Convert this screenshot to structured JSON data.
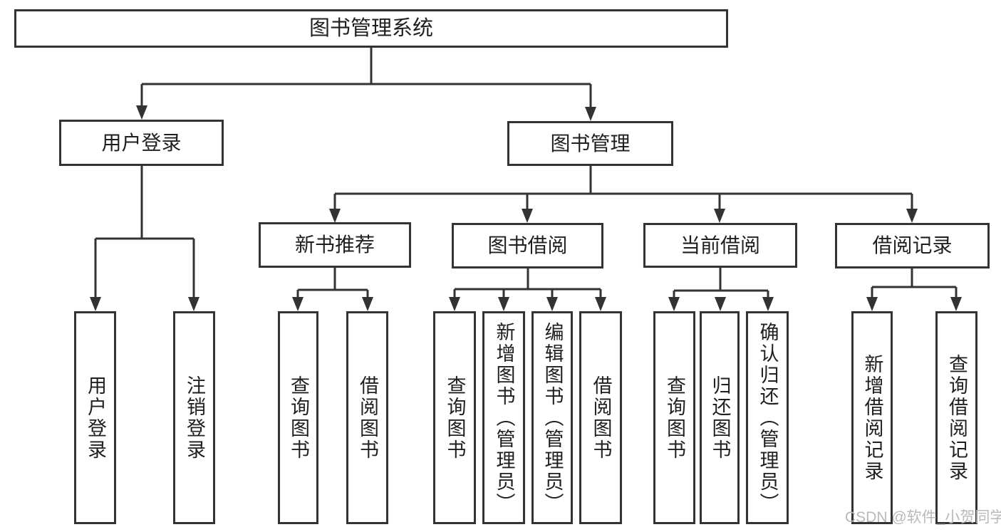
{
  "diagram": {
    "root": {
      "label": "图书管理系统"
    },
    "branches": [
      {
        "label": "用户登录",
        "children": [
          {
            "label": "用户登录"
          },
          {
            "label": "注销登录"
          }
        ]
      },
      {
        "label": "图书管理",
        "children": [
          {
            "label": "新书推荐",
            "children": [
              {
                "label": "查询图书"
              },
              {
                "label": "借阅图书"
              }
            ]
          },
          {
            "label": "图书借阅",
            "children": [
              {
                "label": "查询图书"
              },
              {
                "label": "新增图书（管理员）"
              },
              {
                "label": "编辑图书（管理员）"
              },
              {
                "label": "借阅图书"
              }
            ]
          },
          {
            "label": "当前借阅",
            "children": [
              {
                "label": "查询图书"
              },
              {
                "label": "归还图书"
              },
              {
                "label": "确认归还（管理员）"
              }
            ]
          },
          {
            "label": "借阅记录",
            "children": [
              {
                "label": "新增借阅记录"
              },
              {
                "label": "查询借阅记录"
              }
            ]
          }
        ]
      }
    ]
  },
  "watermark": {
    "text": "CSDN @软件_小贺同学"
  },
  "colors": {
    "line": "#333333",
    "text": "#1f1f1f",
    "watermark": "#b9b9b9",
    "background": "#ffffff"
  }
}
